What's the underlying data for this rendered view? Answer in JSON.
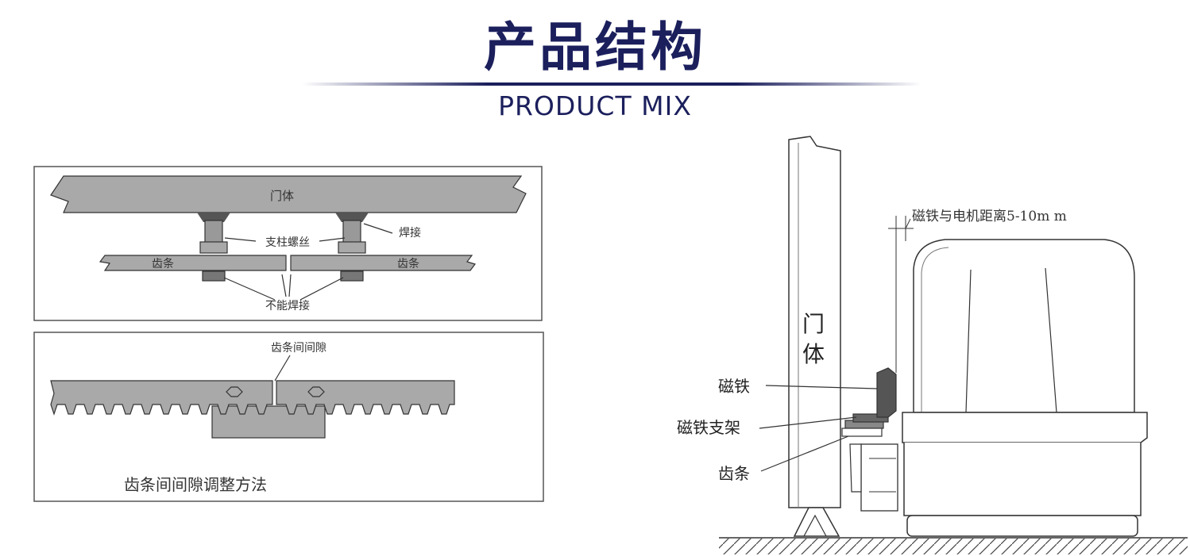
{
  "header": {
    "title": "产品结构",
    "subtitle": "PRODUCT MIX"
  },
  "panel_top": {
    "door_label": "门体",
    "post_bolt_label": "支柱螺丝",
    "weld_label": "焊接",
    "rack_left_label": "齿条",
    "rack_right_label": "齿条",
    "no_weld_label": "不能焊接"
  },
  "panel_bottom": {
    "gap_label": "齿条间间隙",
    "caption": "齿条间间隙调整方法"
  },
  "right_diagram": {
    "distance_label": "磁铁与电机距离5-10m m",
    "door_label_line1": "门",
    "door_label_line2": "体",
    "magnet_label": "磁铁",
    "magnet_bracket_label": "磁铁支架",
    "rack_label": "齿条"
  },
  "colors": {
    "title": "#1b1f5c",
    "panel_fill": "#a9a9a9",
    "line": "#333333"
  }
}
